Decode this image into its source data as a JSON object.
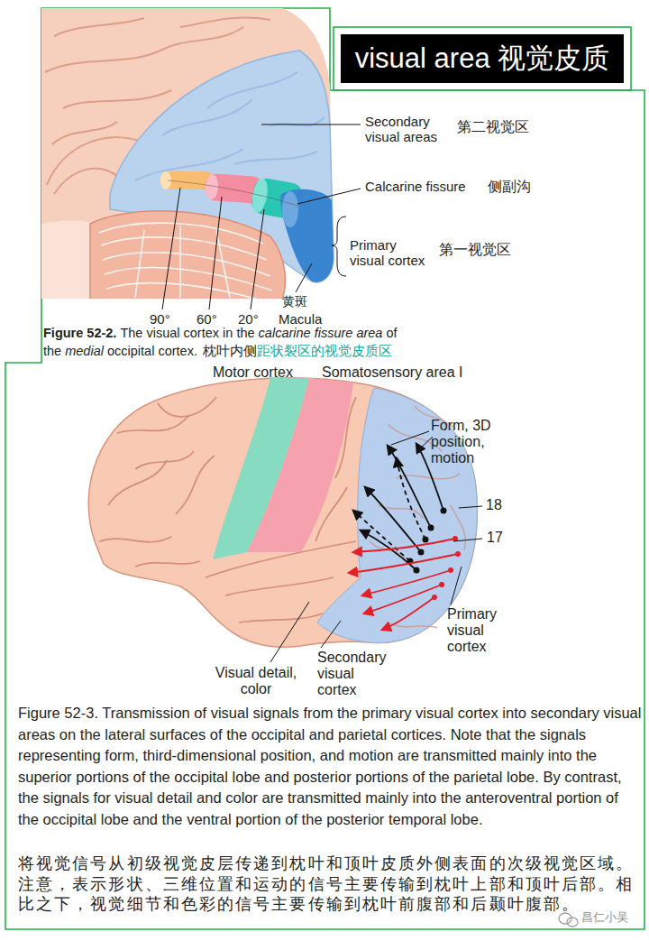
{
  "diagram": {
    "title": "visual area 视觉皮质",
    "caption": "Figure 52-3. Transmission of visual signals from the primary visual cortex into secondary visual areas on the lateral surfaces of the occipital and parietal cortices. Note that the signals representing form, third-dimensional position, and motion are transmitted mainly into the superior portions of the occipital lobe and posterior portions of the parietal lobe. By contrast, the signals for visual detail and color are transmitted mainly into the anteroventral portion of the occipital lobe and the ventral portion of the posterior temporal lobe.",
    "labels": [
      "Secondary visual areas",
      "第二视觉区",
      "Calcarine fissure",
      "侧副沟",
      "Primary visual cortex",
      "第一视觉区",
      "90°",
      "60°",
      "20°",
      "黄斑",
      "Macula",
      "Figure 52-2.",
      "The visual cortex in the",
      "calcarine fissure area",
      "of the",
      "medial",
      "occipital cortex.",
      "枕叶内侧",
      "距状裂区的视觉皮质区",
      "Motor cortex",
      "Somatosensory area I",
      "Form, 3D position, motion",
      "18",
      "17",
      "Primary visual cortex",
      "Secondary visual cortex",
      "Visual detail, color",
      "将视觉信号从初级视觉皮层传递到枕叶和顶叶皮质外侧表面的次级视觉区域。注意，表示形状、三维位置和运动的信号主要传输到枕叶上部和顶叶后部。相比之下，视觉细节和色彩的信号主要传输到枕叶前腹部和后颞叶腹部。",
      "昌仁小吴"
    ]
  }
}
